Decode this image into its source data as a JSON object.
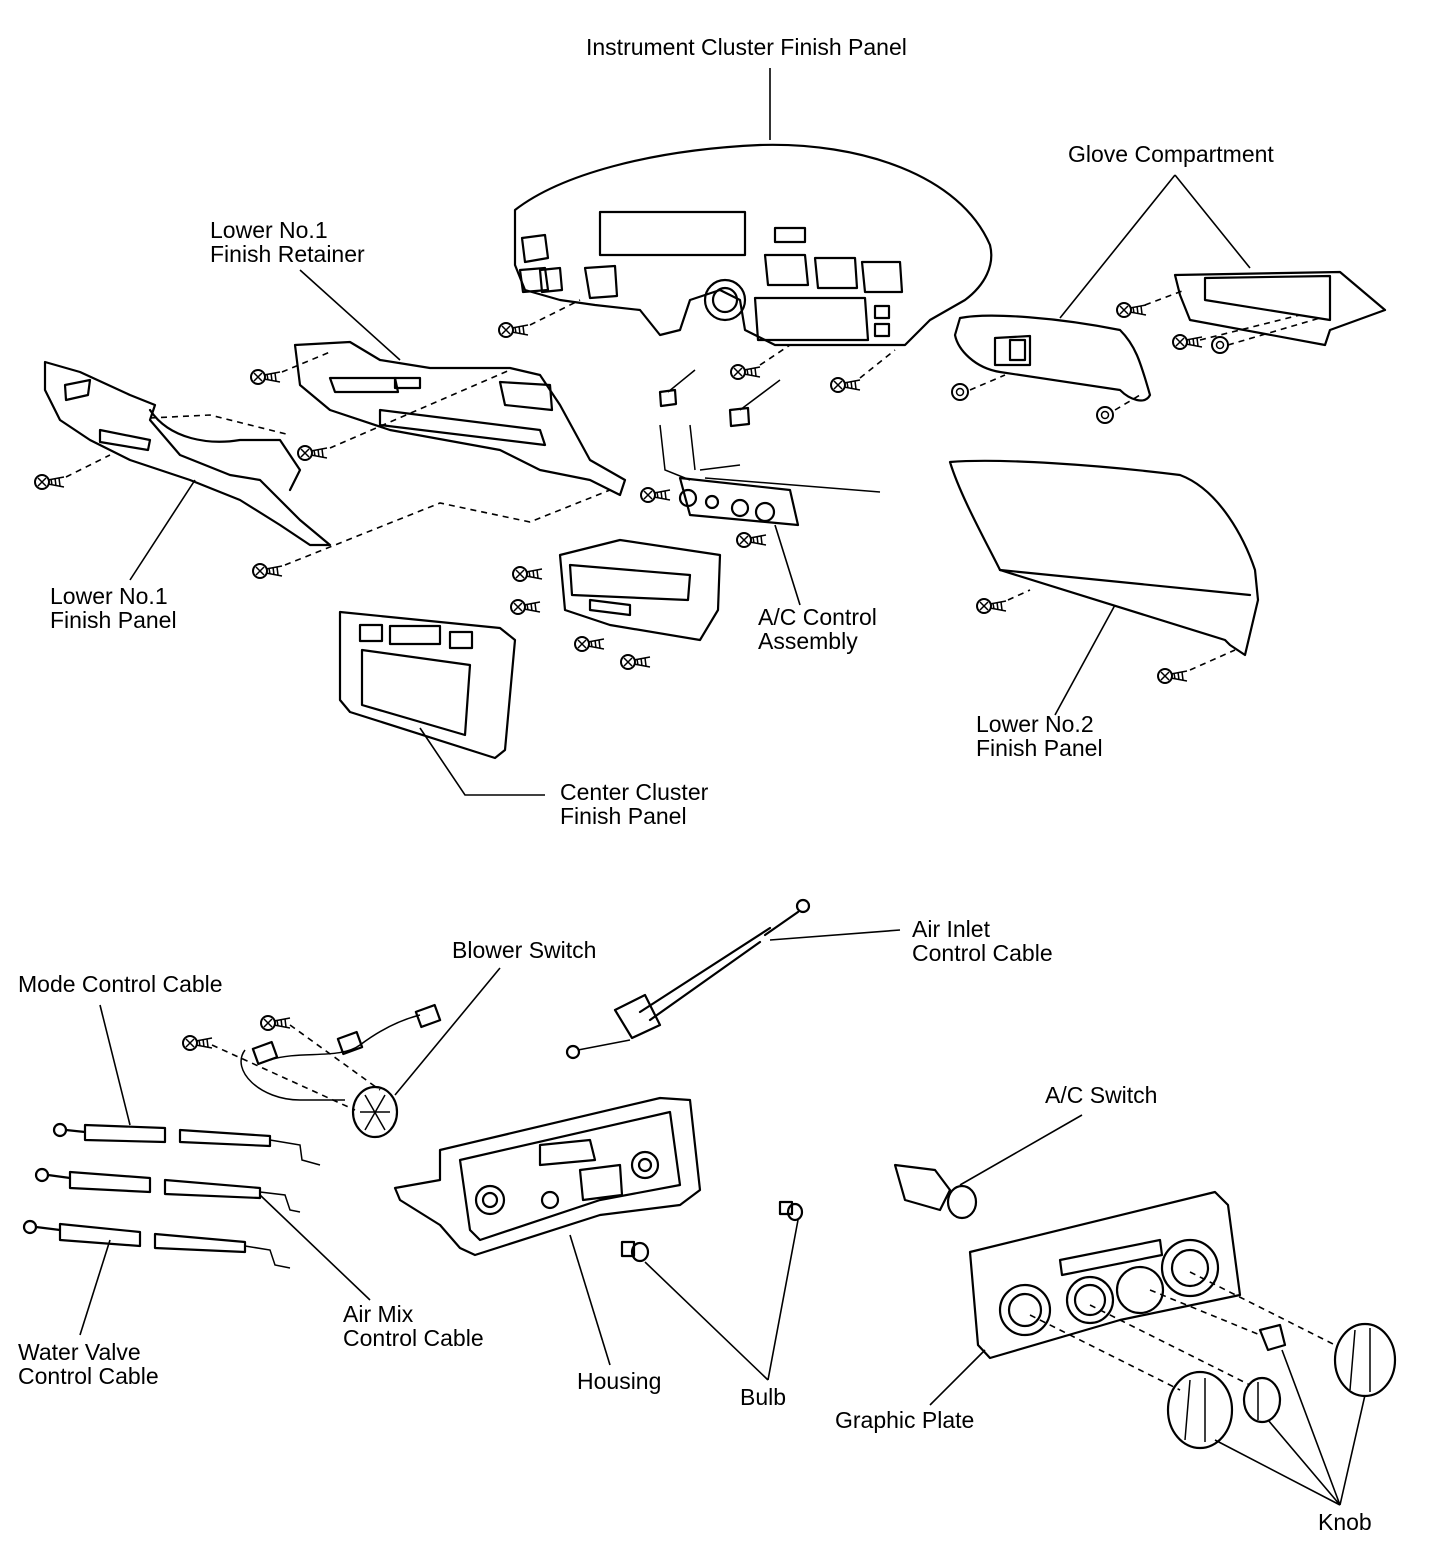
{
  "labels": {
    "instrument_cluster_finish_panel": "Instrument Cluster Finish Panel",
    "glove_compartment": "Glove Compartment",
    "lower_no1_finish_retainer_1": "Lower No.1",
    "lower_no1_finish_retainer_2": "Finish Retainer",
    "lower_no1_finish_panel_1": "Lower No.1",
    "lower_no1_finish_panel_2": "Finish Panel",
    "ac_control_assembly_1": "A/C Control",
    "ac_control_assembly_2": "Assembly",
    "lower_no2_finish_panel_1": "Lower No.2",
    "lower_no2_finish_panel_2": "Finish Panel",
    "center_cluster_finish_panel_1": "Center Cluster",
    "center_cluster_finish_panel_2": "Finish Panel",
    "air_inlet_control_cable_1": "Air Inlet",
    "air_inlet_control_cable_2": "Control Cable",
    "blower_switch": "Blower Switch",
    "mode_control_cable": "Mode Control Cable",
    "ac_switch": "A/C Switch",
    "air_mix_control_cable_1": "Air Mix",
    "air_mix_control_cable_2": "Control Cable",
    "water_valve_control_cable_1": "Water Valve",
    "water_valve_control_cable_2": "Control Cable",
    "housing": "Housing",
    "bulb": "Bulb",
    "graphic_plate": "Graphic Plate",
    "knob": "Knob"
  }
}
